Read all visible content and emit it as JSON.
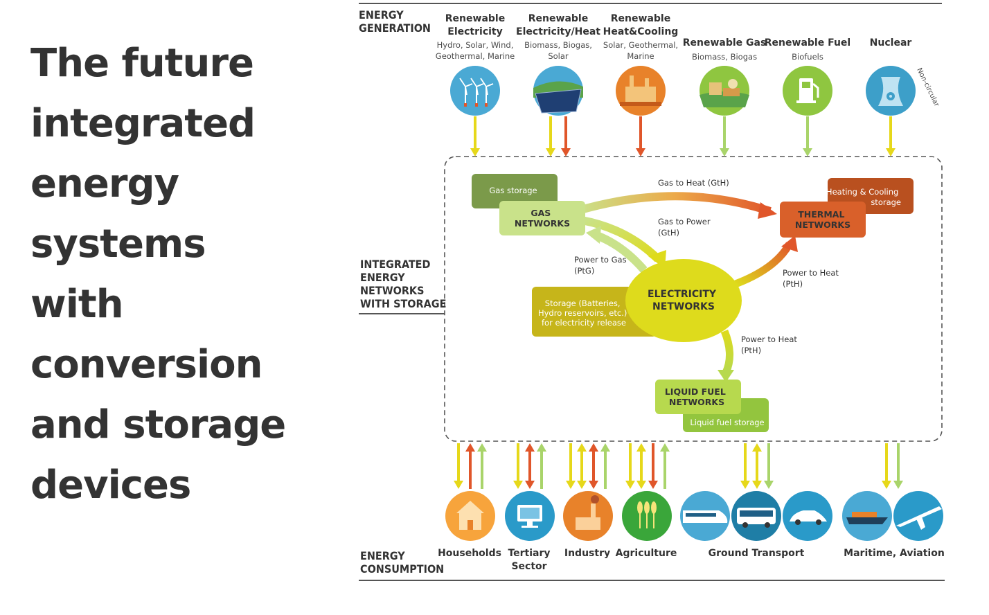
{
  "title": "The future integrated energy systems with conversion and storage devices",
  "sections": {
    "generation": [
      "ENERGY",
      "GENERATION"
    ],
    "integrated": [
      "INTEGRATED",
      "ENERGY",
      "NETWORKS",
      "WITH STORAGE"
    ],
    "consumption": [
      "ENERGY",
      "CONSUMPTION"
    ]
  },
  "generation": [
    {
      "title": [
        "Renewable",
        "Electricity"
      ],
      "sub": [
        "Hydro, Solar, Wind,",
        "Geothermal, Marine"
      ],
      "icon": "wind-turbine-icon",
      "color": "#4aa9d4"
    },
    {
      "title": [
        "Renewable",
        "Electricity/Heat"
      ],
      "sub": [
        "Biomass, Biogas,",
        "Solar"
      ],
      "icon": "solar-panel-icon",
      "color": "#4aa9d4"
    },
    {
      "title": [
        "Renewable",
        "Heat&Cooling"
      ],
      "sub": [
        "Solar, Geothermal,",
        "Marine"
      ],
      "icon": "heat-plant-icon",
      "color": "#e8822a"
    },
    {
      "title": [
        "Renewable Gas"
      ],
      "sub": [
        "Biomass, Biogas"
      ],
      "icon": "biogas-plant-icon",
      "color": "#8fc640"
    },
    {
      "title": [
        "Renewable Fuel"
      ],
      "sub": [
        "Biofuels"
      ],
      "icon": "fuel-pump-icon",
      "color": "#8fc640"
    },
    {
      "title": [
        "Nuclear"
      ],
      "sub": [],
      "icon": "nuclear-cooling-tower-icon",
      "color": "#3d9fc9",
      "tag": "Non-circular"
    }
  ],
  "networks": {
    "gas": [
      "GAS",
      "NETWORKS"
    ],
    "gas_storage": "Gas storage",
    "thermal": [
      "THERMAL",
      "NETWORKS"
    ],
    "thermal_storage": [
      "Heating & Cooling",
      "storage"
    ],
    "electricity": [
      "ELECTRICITY",
      "NETWORKS"
    ],
    "electricity_storage": [
      "Storage (Batteries,",
      "Hydro reservoirs, etc.)",
      "for electricity release"
    ],
    "liquid": [
      "LIQUID FUEL",
      "NETWORKS"
    ],
    "liquid_storage": "Liquid fuel storage"
  },
  "conversions": {
    "gth_top": "Gas to Heat (GtH)",
    "gtp": [
      "Gas to Power",
      "(GtH)"
    ],
    "ptg": [
      "Power to Gas",
      "(PtG)"
    ],
    "pth_right": [
      "Power to Heat",
      "(PtH)"
    ],
    "pth_down": [
      "Power to Heat",
      "(PtH)"
    ]
  },
  "consumption": [
    {
      "label": [
        "Households"
      ],
      "icon": "house-icon"
    },
    {
      "label": [
        "Tertiary",
        "Sector"
      ],
      "icon": "monitor-icon"
    },
    {
      "label": [
        "Industry"
      ],
      "icon": "factory-icon"
    },
    {
      "label": [
        "Agriculture"
      ],
      "icon": "wheat-icon"
    },
    {
      "label": [
        "Ground Transport"
      ],
      "icon": "train-bus-car-icon"
    },
    {
      "label": [
        "Maritime, Aviation"
      ],
      "icon": "ship-plane-icon"
    }
  ],
  "colors": {
    "yellow": "#e6d81a",
    "orange": "#e0562a",
    "green": "#a9d46a",
    "gas": "#c9e28a",
    "gas_storage": "#7b9a4a",
    "thermal": "#d9602a",
    "thermal_storage": "#b9501f",
    "electricity": "#dedb1c",
    "electricity_storage": "#c6b51a",
    "liquid": "#b7d94e",
    "liquid_storage": "#93c53e"
  }
}
